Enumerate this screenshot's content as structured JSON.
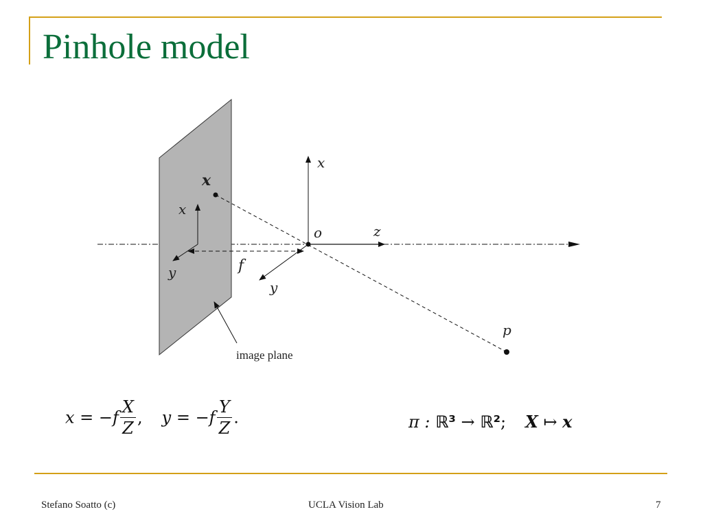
{
  "slide": {
    "title": "Pinhole model",
    "colors": {
      "title": "#0B6E3A",
      "rule": "#D4A017",
      "plane_fill": "#B4B4B4"
    }
  },
  "diagram": {
    "point_x_label": "x",
    "image_x_axis": "x",
    "image_y_axis": "y",
    "focal_label": "f",
    "camera_x_axis": "x",
    "origin_label": "o",
    "camera_z_axis": "z",
    "camera_y_axis": "y",
    "point_p_label": "p",
    "image_plane_label": "image plane"
  },
  "formulas": {
    "x_lhs": "x = −f",
    "x_num": "X",
    "x_den": "Z",
    "x_tail": ",",
    "y_lhs": "y = −f",
    "y_num": "Y",
    "y_den": "Z",
    "y_tail": ".",
    "pi": "π : ",
    "r3": "ℝ³",
    "arrow": " → ",
    "r2": "ℝ²",
    "semi": ";",
    "X_bold": "X",
    "mapsto": " ↦ ",
    "x_bold": "x"
  },
  "footer": {
    "author": "Stefano Soatto (c)",
    "lab": "UCLA Vision Lab",
    "page": "7"
  }
}
